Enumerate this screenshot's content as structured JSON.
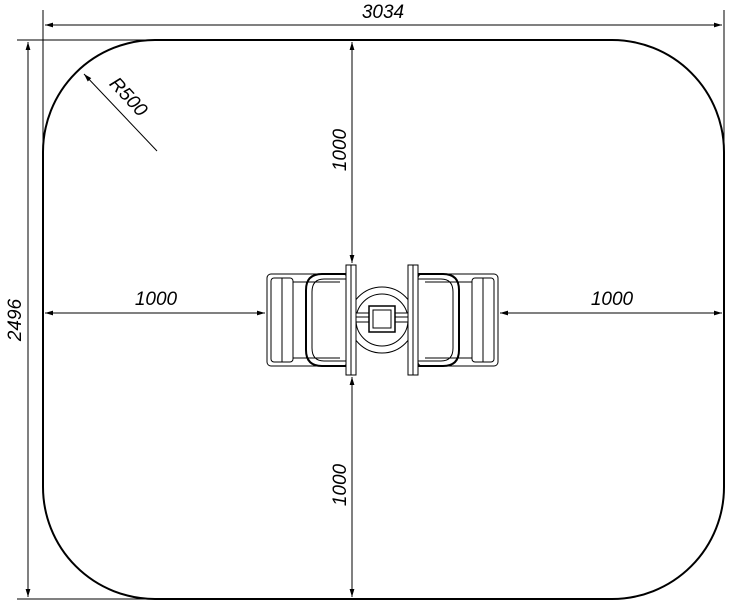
{
  "drawing": {
    "line_color": "#000000",
    "background": "#ffffff",
    "overall_width_label": "3034",
    "overall_height_label": "2496",
    "corner_radius_label": "R500",
    "top_clearance_label": "1000",
    "bottom_clearance_label": "1000",
    "left_clearance_label": "1000",
    "right_clearance_label": "1000"
  }
}
